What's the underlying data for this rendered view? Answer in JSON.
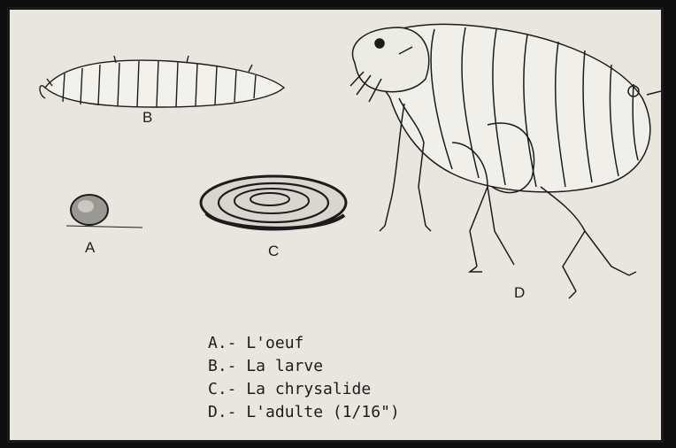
{
  "labels": {
    "a": "A",
    "b": "B",
    "c": "C",
    "d": "D"
  },
  "legend": [
    "A.- L'oeuf",
    "B.- La larve",
    "C.- La chrysalide",
    "D.- L'adulte (1/16\")"
  ],
  "icons": {
    "egg": "egg-icon",
    "larva": "larva-icon",
    "pupa": "pupa-icon",
    "adult": "flea-icon"
  },
  "colors": {
    "paper": "#e8e6df",
    "ink": "#1c1c1c",
    "frame": "#1a1a1a"
  }
}
